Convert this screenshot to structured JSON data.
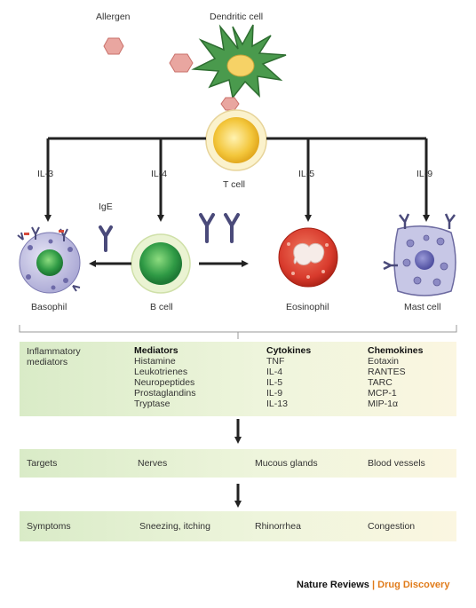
{
  "labels": {
    "allergen": "Allergen",
    "dendritic_cell": "Dendritic cell",
    "t_cell": "T cell",
    "il3": "IL-3",
    "il4": "IL-4",
    "il5": "IL-5",
    "il9": "IL-9",
    "ige": "IgE",
    "basophil": "Basophil",
    "b_cell": "B cell",
    "eosinophil": "Eosinophil",
    "mast_cell": "Mast cell"
  },
  "mediators_band": {
    "title_line1": "Inflammatory",
    "title_line2": "mediators",
    "columns": [
      {
        "header": "Mediators",
        "items": [
          "Histamine",
          "Leukotrienes",
          "Neuropeptides",
          "Prostaglandins",
          "Tryptase"
        ]
      },
      {
        "header": "Cytokines",
        "items": [
          "TNF",
          "IL-4",
          "IL-5",
          "IL-9",
          "IL-13"
        ]
      },
      {
        "header": "Chemokines",
        "items": [
          "Eotaxin",
          "RANTES",
          "TARC",
          "MCP-1",
          "MIP-1α"
        ]
      }
    ]
  },
  "targets_band": {
    "title": "Targets",
    "items": [
      "Nerves",
      "Mucous glands",
      "Blood vessels"
    ]
  },
  "symptoms_band": {
    "title": "Symptoms",
    "items": [
      "Sneezing, itching",
      "Rhinorrhea",
      "Congestion"
    ]
  },
  "credit": {
    "journal": "Nature Reviews",
    "separator": " | ",
    "section": "Drug Discovery"
  },
  "colors": {
    "allergen": "#e9a6a0",
    "dendritic": "#3f8f43",
    "t_cell": "#f3c63b",
    "b_cell": "#2f9a45",
    "basophil": "#b9b7dd",
    "eosinophil": "#d83a2c",
    "mast_cell": "#c7c7e6",
    "credit_section": "#e07b1a"
  }
}
